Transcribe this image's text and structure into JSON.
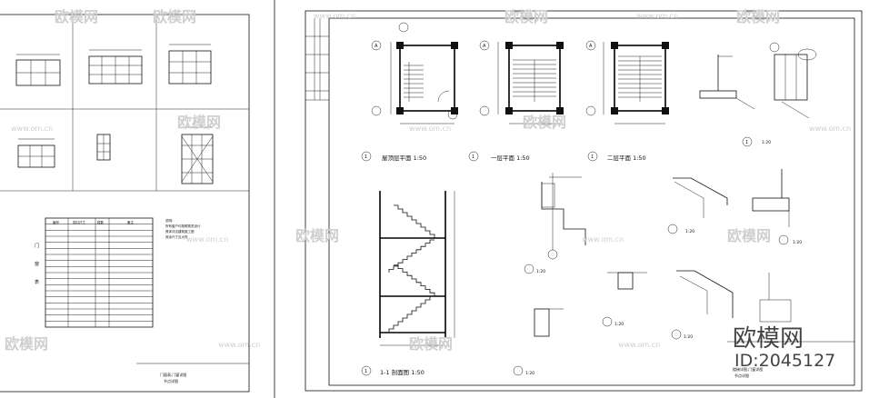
{
  "watermark": {
    "brand_text": "欧模网",
    "site_text": "www.om.cn",
    "logo_text": "欧模网",
    "id_text": "ID:2045127"
  },
  "left_sheet": {
    "column_headers": [
      "编号",
      "洞口尺寸",
      "樘数",
      "备注"
    ],
    "side_label_chars": [
      "门",
      "窗",
      "表"
    ],
    "row_count": 17,
    "side_note_lines": [
      "说明:",
      "所有窗户均按照规范设计",
      "具体详见建筑施工图",
      "其余尺寸见大样"
    ],
    "title_block": [
      "门窗表,门窗详图",
      "节点详图"
    ]
  },
  "right_sheet": {
    "plan_labels": [
      "屋顶层平面  1:50",
      "一层平面  1:50",
      "二层平面  1:50"
    ],
    "section_label": "1-1 剖面图  1:50",
    "detail_scale": "1:20",
    "axis_bubble": "A",
    "index_number": "1",
    "title_block": [
      "楼梯详图,门窗详图",
      "节点详图"
    ]
  }
}
